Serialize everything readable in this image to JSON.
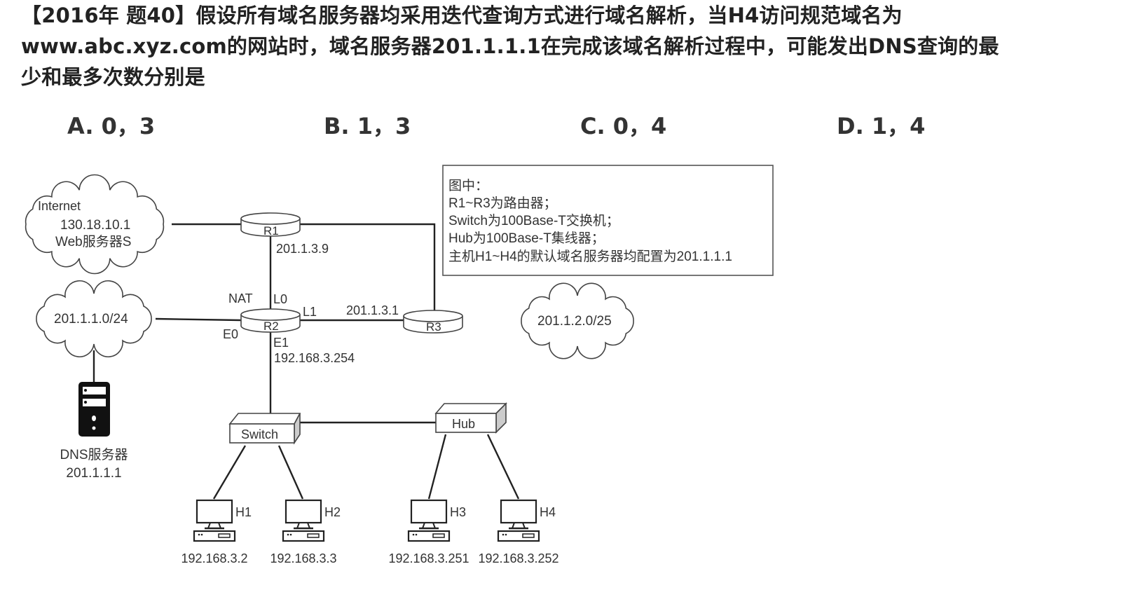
{
  "question": {
    "lines": [
      "【2016年 题40】假设所有域名服务器均采用迭代查询方式进行域名解析，当H4访问规范域名为",
      "www.abc.xyz.com的网站时，域名服务器201.1.1.1在完成该域名解析过程中，可能发出DNS查询的最",
      "少和最多次数分别是"
    ]
  },
  "options": [
    {
      "label": "A. 0，3"
    },
    {
      "label": "B. 1，3"
    },
    {
      "label": "C. 0，4"
    },
    {
      "label": "D. 1，4"
    }
  ],
  "diagram": {
    "internet_cloud": {
      "title": "Internet",
      "ip": "130.18.10.1",
      "server": "Web服务器S"
    },
    "lan_cloud": {
      "label": "201.1.1.0/24"
    },
    "right_cloud": {
      "label": "201.1.2.0/25"
    },
    "routers": {
      "r1": "R1",
      "r2": "R2",
      "r3": "R3"
    },
    "labels": {
      "r1_ip": "201.1.3.9",
      "nat": "NAT",
      "l0": "L0",
      "l1": "L1",
      "r3_ip": "201.1.3.1",
      "e0": "E0",
      "e1": "E1",
      "e1_ip": "192.168.3.254"
    },
    "dns": {
      "name": "DNS服务器",
      "ip": "201.1.1.1"
    },
    "switch": "Switch",
    "hub": "Hub",
    "hosts": [
      {
        "name": "H1",
        "ip": "192.168.3.2"
      },
      {
        "name": "H2",
        "ip": "192.168.3.3"
      },
      {
        "name": "H3",
        "ip": "192.168.3.251"
      },
      {
        "name": "H4",
        "ip": "192.168.3.252"
      }
    ],
    "legend": [
      "图中：",
      "R1~R3为路由器；",
      "Switch为100Base-T交换机；",
      "Hub为100Base-T集线器；",
      "主机H1~H4的默认域名服务器均配置为201.1.1.1"
    ]
  }
}
